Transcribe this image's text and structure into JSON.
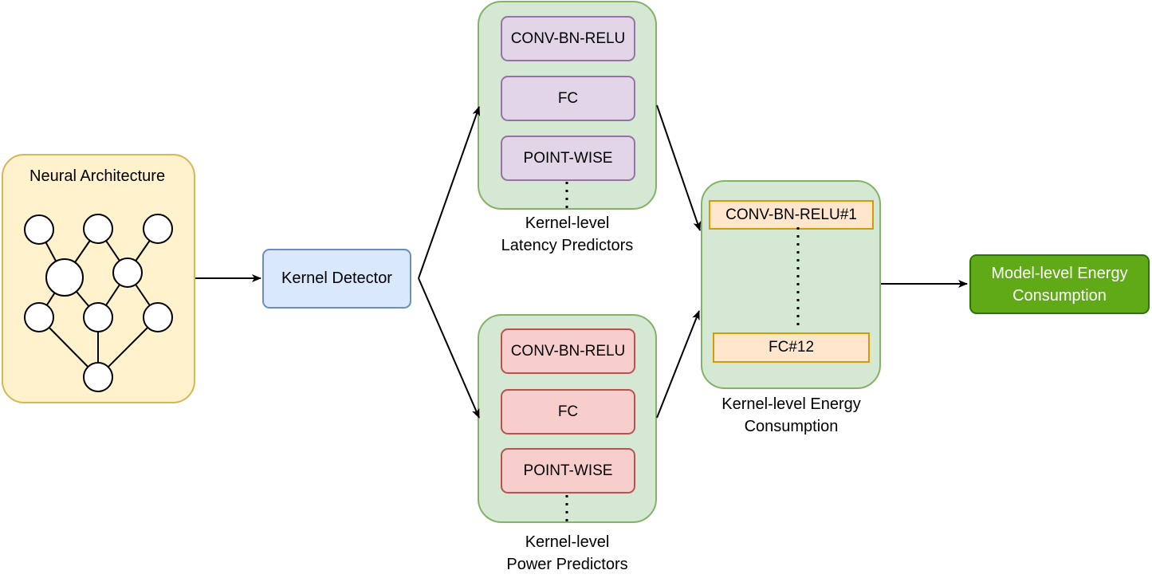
{
  "neural_architecture": {
    "title": "Neural Architecture"
  },
  "kernel_detector": {
    "label": "Kernel Detector"
  },
  "latency_predictors": {
    "kernels": [
      "CONV-BN-RELU",
      "FC",
      "POINT-WISE"
    ],
    "caption_line1": "Kernel-level",
    "caption_line2": "Latency Predictors"
  },
  "power_predictors": {
    "kernels": [
      "CONV-BN-RELU",
      "FC",
      "POINT-WISE"
    ],
    "caption_line1": "Kernel-level",
    "caption_line2": "Power Predictors"
  },
  "energy_consumption": {
    "first_entry": "CONV-BN-RELU#1",
    "last_entry": "FC#12",
    "caption_line1": "Kernel-level Energy",
    "caption_line2": "Consumption"
  },
  "model_energy": {
    "line1": "Model-level Energy",
    "line2": "Consumption"
  },
  "colors": {
    "arch_fill": "#fff2cc",
    "arch_border": "#d6b656",
    "detector_fill": "#dae8fc",
    "detector_border": "#6c8ebf",
    "group_fill": "#d5e8d4",
    "group_border": "#82b366",
    "latency_fill": "#e1d5e7",
    "latency_border": "#9673a6",
    "power_fill": "#f8cecc",
    "power_border": "#b85450",
    "energy_fill": "#ffe6cc",
    "energy_border": "#d79b00",
    "model_fill": "#60a917",
    "model_border": "#2d7600"
  }
}
